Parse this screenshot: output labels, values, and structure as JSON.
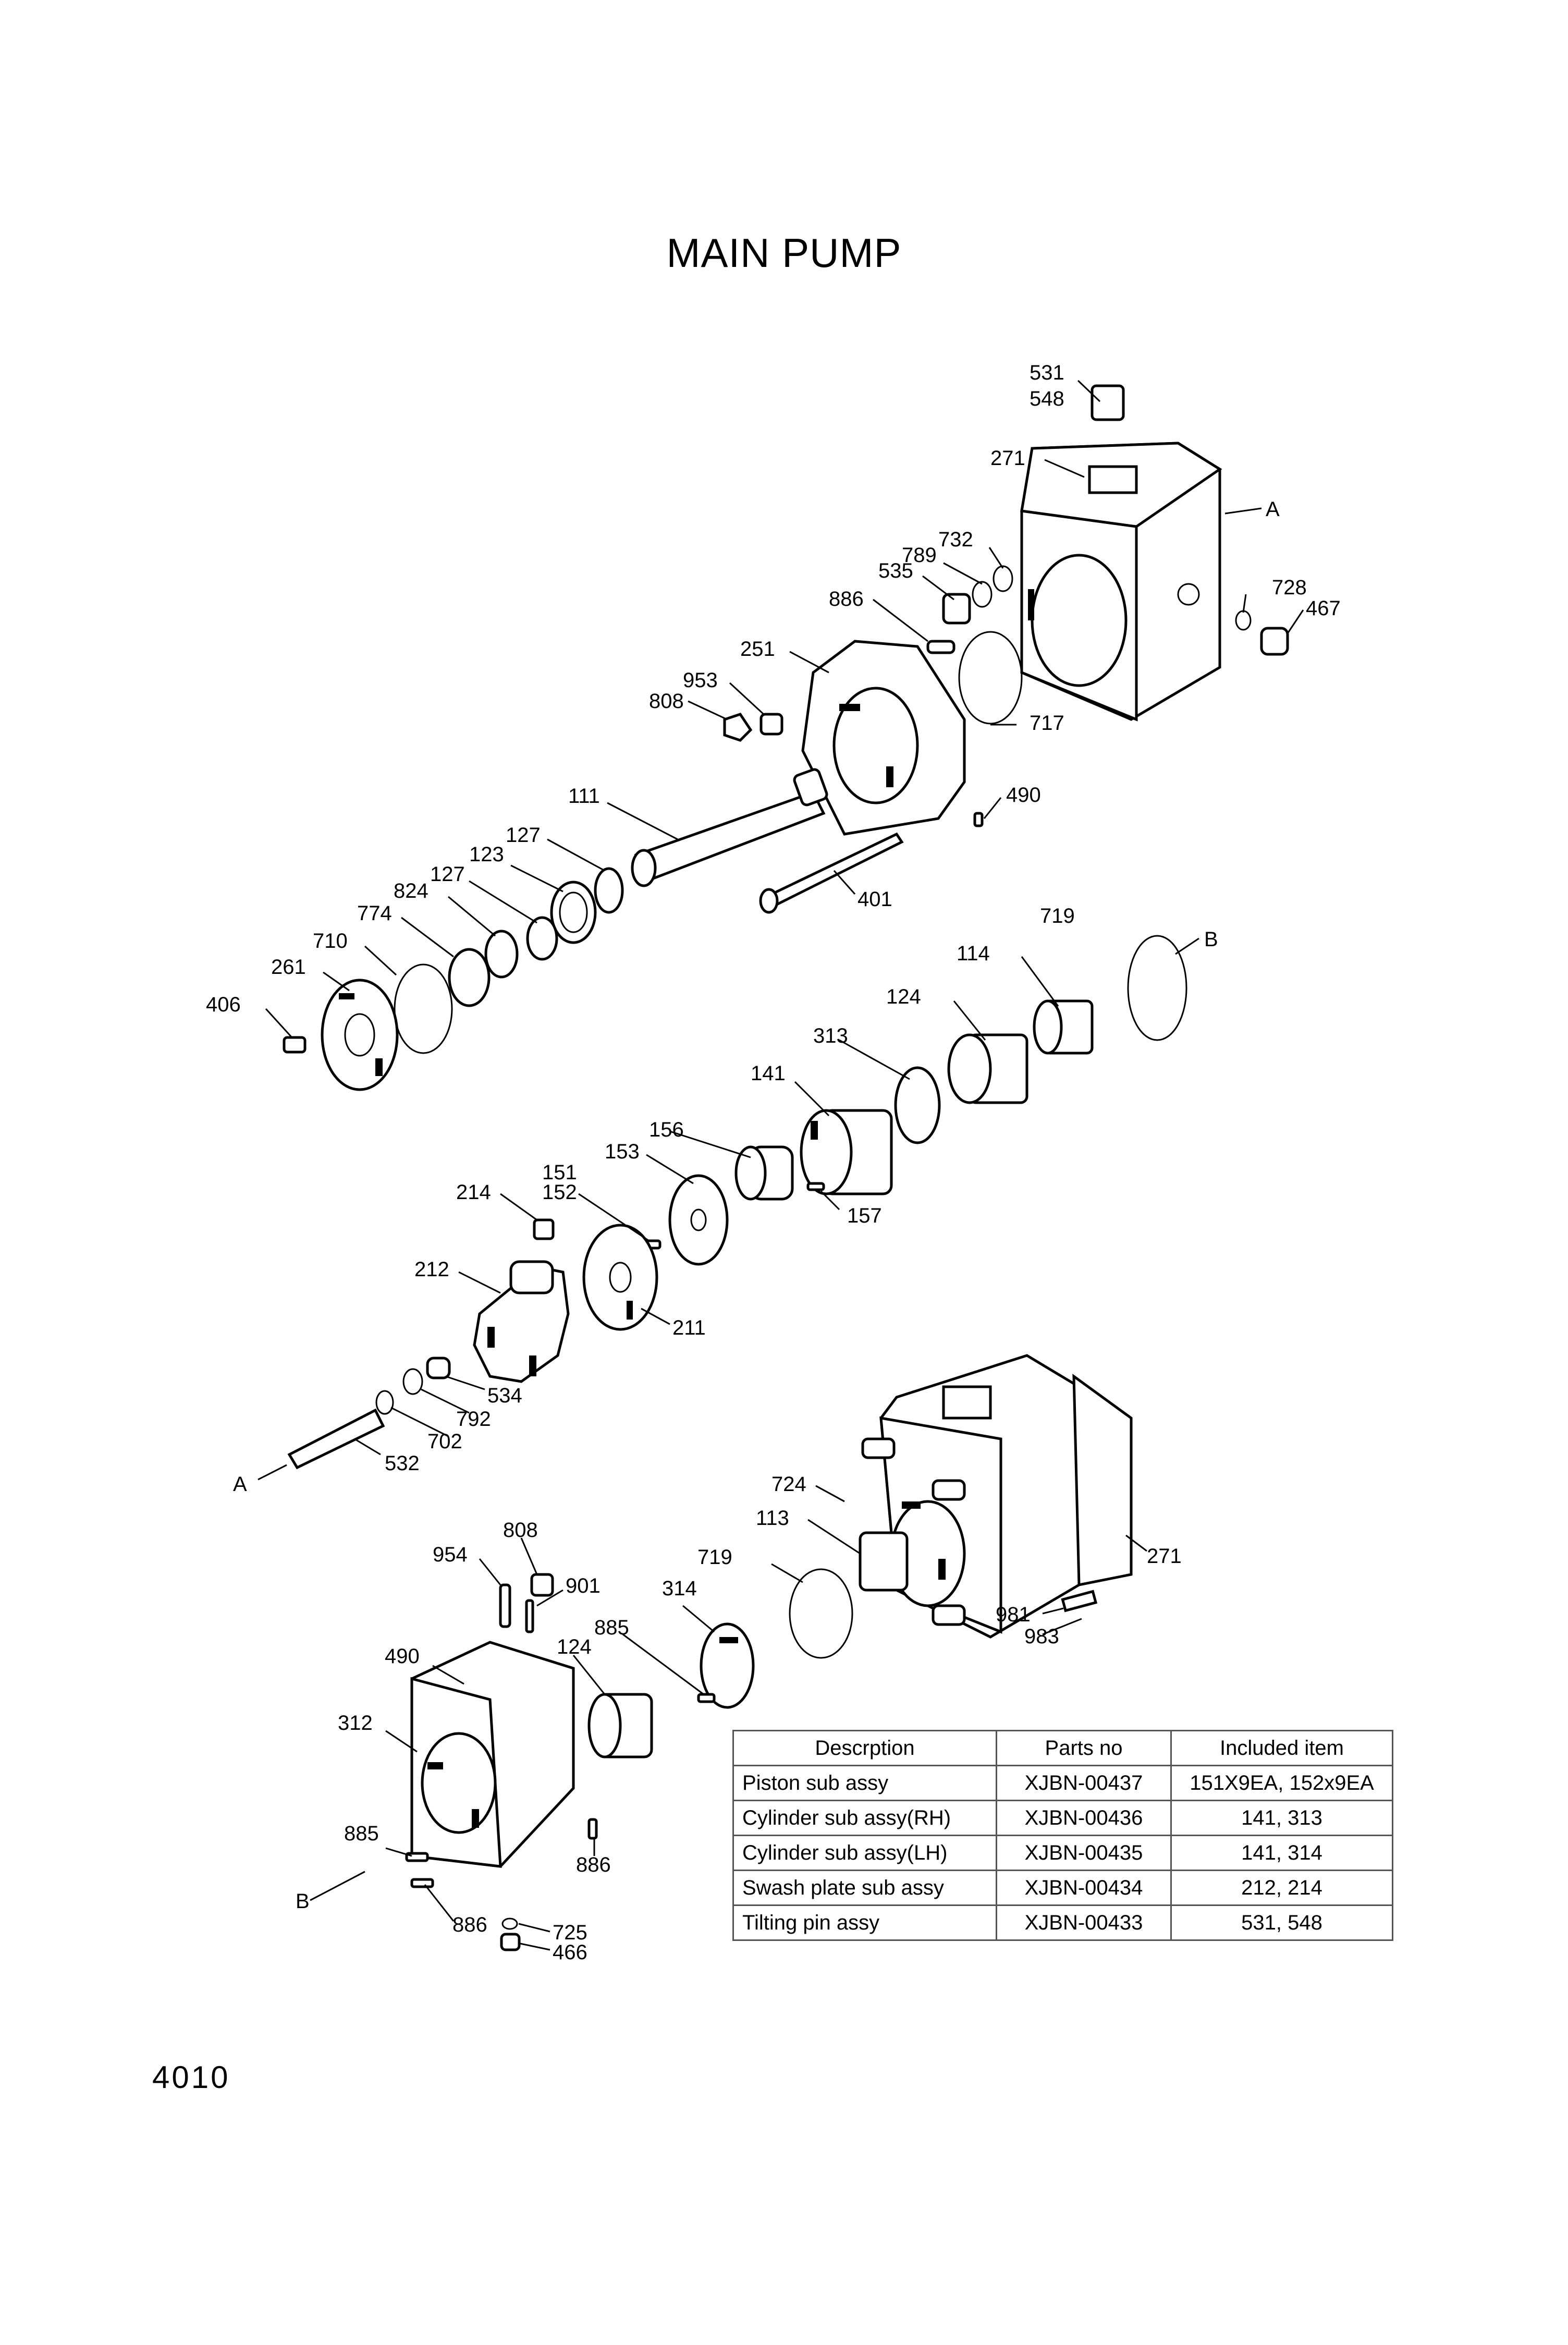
{
  "title": "MAIN PUMP",
  "page_number": "4010",
  "callouts": [
    {
      "id": "c531",
      "text": "531"
    },
    {
      "id": "c548",
      "text": "548"
    },
    {
      "id": "c271a",
      "text": "271"
    },
    {
      "id": "cA1",
      "text": "A"
    },
    {
      "id": "c732",
      "text": "732"
    },
    {
      "id": "c789",
      "text": "789"
    },
    {
      "id": "c535",
      "text": "535"
    },
    {
      "id": "c728",
      "text": "728"
    },
    {
      "id": "c467",
      "text": "467"
    },
    {
      "id": "c886a",
      "text": "886"
    },
    {
      "id": "c251",
      "text": "251"
    },
    {
      "id": "c953",
      "text": "953"
    },
    {
      "id": "c808a",
      "text": "808"
    },
    {
      "id": "c717",
      "text": "717"
    },
    {
      "id": "c490a",
      "text": "490"
    },
    {
      "id": "c111",
      "text": "111"
    },
    {
      "id": "c127a",
      "text": "127"
    },
    {
      "id": "c123",
      "text": "123"
    },
    {
      "id": "c127b",
      "text": "127"
    },
    {
      "id": "c824",
      "text": "824"
    },
    {
      "id": "c774",
      "text": "774"
    },
    {
      "id": "c710",
      "text": "710"
    },
    {
      "id": "c261",
      "text": "261"
    },
    {
      "id": "c406",
      "text": "406"
    },
    {
      "id": "c401",
      "text": "401"
    },
    {
      "id": "c719a",
      "text": "719"
    },
    {
      "id": "cB1",
      "text": "B"
    },
    {
      "id": "c114",
      "text": "114"
    },
    {
      "id": "c124a",
      "text": "124"
    },
    {
      "id": "c313",
      "text": "313"
    },
    {
      "id": "c141",
      "text": "141"
    },
    {
      "id": "c156",
      "text": "156"
    },
    {
      "id": "c153",
      "text": "153"
    },
    {
      "id": "c151",
      "text": "151"
    },
    {
      "id": "c152",
      "text": "152"
    },
    {
      "id": "c214",
      "text": "214"
    },
    {
      "id": "c157",
      "text": "157"
    },
    {
      "id": "c212",
      "text": "212"
    },
    {
      "id": "c211",
      "text": "211"
    },
    {
      "id": "c534",
      "text": "534"
    },
    {
      "id": "c792",
      "text": "792"
    },
    {
      "id": "c702",
      "text": "702"
    },
    {
      "id": "c532",
      "text": "532"
    },
    {
      "id": "cA2",
      "text": "A"
    },
    {
      "id": "c724",
      "text": "724"
    },
    {
      "id": "c113",
      "text": "113"
    },
    {
      "id": "c271b",
      "text": "271"
    },
    {
      "id": "c719b",
      "text": "719"
    },
    {
      "id": "c981",
      "text": "981"
    },
    {
      "id": "c983",
      "text": "983"
    },
    {
      "id": "c808b",
      "text": "808"
    },
    {
      "id": "c954",
      "text": "954"
    },
    {
      "id": "c901",
      "text": "901"
    },
    {
      "id": "c314",
      "text": "314"
    },
    {
      "id": "c885a",
      "text": "885"
    },
    {
      "id": "c124b",
      "text": "124"
    },
    {
      "id": "c490b",
      "text": "490"
    },
    {
      "id": "c312",
      "text": "312"
    },
    {
      "id": "c885b",
      "text": "885"
    },
    {
      "id": "c886b",
      "text": "886"
    },
    {
      "id": "cB2",
      "text": "B"
    },
    {
      "id": "c886c",
      "text": "886"
    },
    {
      "id": "c725",
      "text": "725"
    },
    {
      "id": "c466",
      "text": "466"
    }
  ],
  "table": {
    "headers": [
      "Descrption",
      "Parts no",
      "Included item"
    ],
    "rows": [
      [
        "Piston sub assy",
        "XJBN-00437",
        "151X9EA, 152x9EA"
      ],
      [
        "Cylinder sub assy(RH)",
        "XJBN-00436",
        "141, 313"
      ],
      [
        "Cylinder sub assy(LH)",
        "XJBN-00435",
        "141, 314"
      ],
      [
        "Swash plate sub assy",
        "XJBN-00434",
        "212, 214"
      ],
      [
        "Tilting pin assy",
        "XJBN-00433",
        "531, 548"
      ]
    ]
  }
}
